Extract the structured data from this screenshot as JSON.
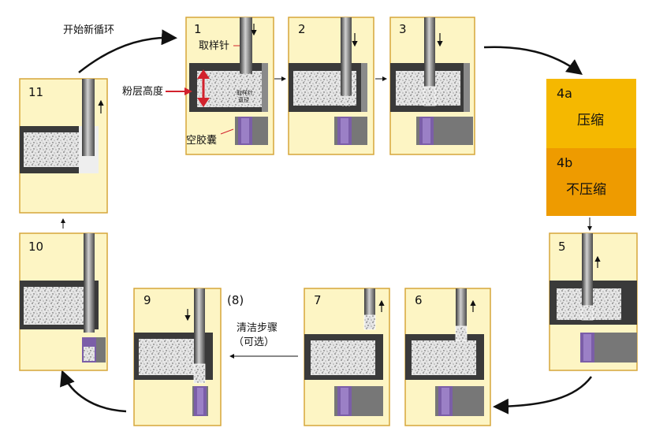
{
  "panels": {
    "p1": {
      "num": "1"
    },
    "p2": {
      "num": "2"
    },
    "p3": {
      "num": "3"
    },
    "p5": {
      "num": "5"
    },
    "p6": {
      "num": "6"
    },
    "p7": {
      "num": "7"
    },
    "p9": {
      "num": "9"
    },
    "p10": {
      "num": "10"
    },
    "p11": {
      "num": "11"
    }
  },
  "labels": {
    "new_cycle": "开始新循环",
    "sampling_needle": "取样针",
    "powder_height": "粉层高度",
    "needle_diameter_line1": "取样针",
    "needle_diameter_line2": "直径",
    "empty_capsule": "空胶囊",
    "cleaning_line1": "清洁步骤",
    "cleaning_line2": "（可选）",
    "step8": "(8)"
  },
  "compress_box": {
    "a_num": "4a",
    "a_text": "压缩",
    "b_num": "4b",
    "b_text": "不压缩"
  },
  "colors": {
    "panel_fill": "#fdf5c4",
    "panel_border": "#d6a63a",
    "box_top": "#f5b800",
    "box_bottom": "#ee9b00",
    "arrow_red": "#d2222d",
    "capsule": "#7b5ea8"
  }
}
